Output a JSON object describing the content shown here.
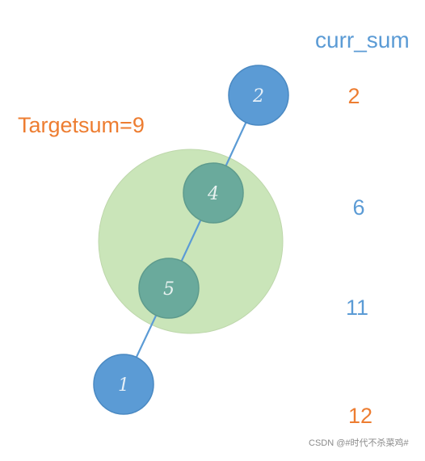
{
  "header": {
    "curr_sum_label": "curr_sum"
  },
  "target": {
    "label": "Targetsum=9"
  },
  "nodes": [
    {
      "value": "2",
      "curr_sum": "2",
      "in_window": false,
      "sum_color": "#ed7d31"
    },
    {
      "value": "4",
      "curr_sum": "6",
      "in_window": true,
      "sum_color": "#5b9bd5"
    },
    {
      "value": "5",
      "curr_sum": "11",
      "in_window": true,
      "sum_color": "#5b9bd5"
    },
    {
      "value": "1",
      "curr_sum": "12",
      "in_window": false,
      "sum_color": "#ed7d31"
    }
  ],
  "colors": {
    "node_blue": "#5b9bd5",
    "node_teal": "#6aaa9c",
    "window_fill": "#c5e3b2",
    "edge": "#5b9bd5",
    "accent_orange": "#ed7d31"
  },
  "watermark": {
    "text": "CSDN @#时代不杀菜鸡#"
  }
}
